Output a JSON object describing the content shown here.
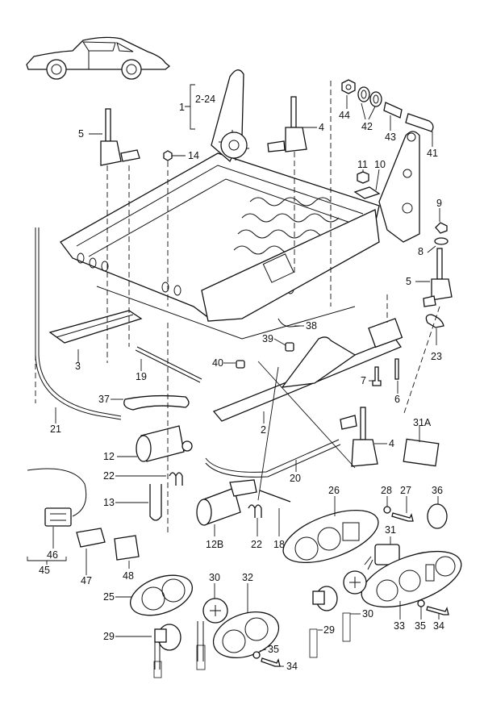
{
  "diagram": {
    "title": "Seat frame & power seat adjustment components",
    "vehicle_thumbnail": "coupe-side-view",
    "assembly_group": {
      "label": "1",
      "range": "2-24"
    },
    "callouts": [
      {
        "id": "c1",
        "label": "1"
      },
      {
        "id": "c2-24",
        "label": "2-24"
      },
      {
        "id": "c2",
        "label": "2"
      },
      {
        "id": "c3",
        "label": "3"
      },
      {
        "id": "c4a",
        "label": "4"
      },
      {
        "id": "c4b",
        "label": "4"
      },
      {
        "id": "c5a",
        "label": "5"
      },
      {
        "id": "c5b",
        "label": "5"
      },
      {
        "id": "c6",
        "label": "6"
      },
      {
        "id": "c7",
        "label": "7"
      },
      {
        "id": "c8",
        "label": "8"
      },
      {
        "id": "c9",
        "label": "9"
      },
      {
        "id": "c10",
        "label": "10"
      },
      {
        "id": "c11",
        "label": "11"
      },
      {
        "id": "c12",
        "label": "12"
      },
      {
        "id": "c12b",
        "label": "12B"
      },
      {
        "id": "c13",
        "label": "13"
      },
      {
        "id": "c14",
        "label": "14"
      },
      {
        "id": "c18",
        "label": "18"
      },
      {
        "id": "c19",
        "label": "19"
      },
      {
        "id": "c20",
        "label": "20"
      },
      {
        "id": "c21",
        "label": "21"
      },
      {
        "id": "c22a",
        "label": "22"
      },
      {
        "id": "c22b",
        "label": "22"
      },
      {
        "id": "c23",
        "label": "23"
      },
      {
        "id": "c25",
        "label": "25"
      },
      {
        "id": "c26",
        "label": "26"
      },
      {
        "id": "c27",
        "label": "27"
      },
      {
        "id": "c28",
        "label": "28"
      },
      {
        "id": "c29a",
        "label": "29"
      },
      {
        "id": "c29b",
        "label": "29"
      },
      {
        "id": "c30a",
        "label": "30"
      },
      {
        "id": "c30b",
        "label": "30"
      },
      {
        "id": "c31",
        "label": "31"
      },
      {
        "id": "c31a",
        "label": "31A"
      },
      {
        "id": "c32",
        "label": "32"
      },
      {
        "id": "c33",
        "label": "33"
      },
      {
        "id": "c34a",
        "label": "34"
      },
      {
        "id": "c34b",
        "label": "34"
      },
      {
        "id": "c35a",
        "label": "35"
      },
      {
        "id": "c35b",
        "label": "35"
      },
      {
        "id": "c36",
        "label": "36"
      },
      {
        "id": "c37",
        "label": "37"
      },
      {
        "id": "c38",
        "label": "38"
      },
      {
        "id": "c39",
        "label": "39"
      },
      {
        "id": "c40",
        "label": "40"
      },
      {
        "id": "c41",
        "label": "41"
      },
      {
        "id": "c42",
        "label": "42"
      },
      {
        "id": "c43",
        "label": "43"
      },
      {
        "id": "c44",
        "label": "44"
      },
      {
        "id": "c45",
        "label": "45"
      },
      {
        "id": "c46",
        "label": "46"
      },
      {
        "id": "c47",
        "label": "47"
      },
      {
        "id": "c48",
        "label": "48"
      }
    ]
  }
}
